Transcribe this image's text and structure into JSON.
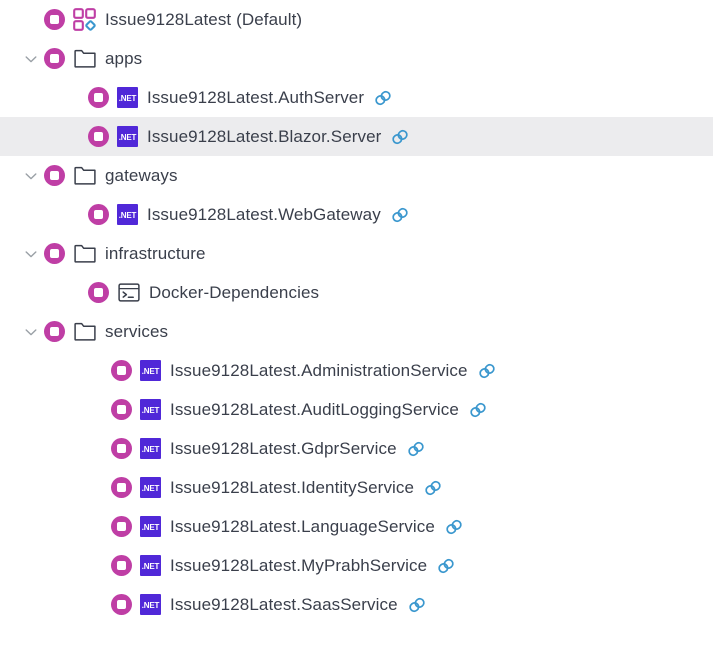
{
  "theme": {
    "background": "#ffffff",
    "selected_row_background": "#ececee",
    "bullet_color": "#bf3ea5",
    "dotnet_badge_color": "#5028d8",
    "link_icon_color": "#3a97ce",
    "text_color": "#3a3f4b",
    "chevron_color": "#9aa0a6",
    "folder_outline_color": "#3a3f4b",
    "diamond_accent_color": "#3a97ce"
  },
  "tree": {
    "nodes": [
      {
        "label": "Issue9128Latest (Default)",
        "icon": "solution-grid-icon",
        "level": 0,
        "expandable": false,
        "expanded": false,
        "selected": false,
        "has_link": false,
        "badge": ""
      },
      {
        "label": "apps",
        "icon": "folder-icon",
        "level": 1,
        "expandable": true,
        "expanded": true,
        "selected": false,
        "has_link": false,
        "badge": ""
      },
      {
        "label": "Issue9128Latest.AuthServer",
        "icon": "dotnet-badge-icon",
        "level": 2,
        "expandable": false,
        "expanded": false,
        "selected": false,
        "has_link": true,
        "badge": ".NET"
      },
      {
        "label": "Issue9128Latest.Blazor.Server",
        "icon": "dotnet-badge-icon",
        "level": 2,
        "expandable": false,
        "expanded": false,
        "selected": true,
        "has_link": true,
        "badge": ".NET"
      },
      {
        "label": "gateways",
        "icon": "folder-icon",
        "level": 1,
        "expandable": true,
        "expanded": true,
        "selected": false,
        "has_link": false,
        "badge": ""
      },
      {
        "label": "Issue9128Latest.WebGateway",
        "icon": "dotnet-badge-icon",
        "level": 2,
        "expandable": false,
        "expanded": false,
        "selected": false,
        "has_link": true,
        "badge": ".NET"
      },
      {
        "label": "infrastructure",
        "icon": "folder-icon",
        "level": 1,
        "expandable": true,
        "expanded": true,
        "selected": false,
        "has_link": false,
        "badge": ""
      },
      {
        "label": "Docker-Dependencies",
        "icon": "terminal-icon",
        "level": 2,
        "expandable": false,
        "expanded": false,
        "selected": false,
        "has_link": false,
        "badge": ""
      },
      {
        "label": "services",
        "icon": "folder-icon",
        "level": 1,
        "expandable": true,
        "expanded": true,
        "selected": false,
        "has_link": false,
        "badge": ""
      },
      {
        "label": "Issue9128Latest.AdministrationService",
        "icon": "dotnet-badge-icon",
        "level": 3,
        "expandable": false,
        "expanded": false,
        "selected": false,
        "has_link": true,
        "badge": ".NET"
      },
      {
        "label": "Issue9128Latest.AuditLoggingService",
        "icon": "dotnet-badge-icon",
        "level": 3,
        "expandable": false,
        "expanded": false,
        "selected": false,
        "has_link": true,
        "badge": ".NET"
      },
      {
        "label": "Issue9128Latest.GdprService",
        "icon": "dotnet-badge-icon",
        "level": 3,
        "expandable": false,
        "expanded": false,
        "selected": false,
        "has_link": true,
        "badge": ".NET"
      },
      {
        "label": "Issue9128Latest.IdentityService",
        "icon": "dotnet-badge-icon",
        "level": 3,
        "expandable": false,
        "expanded": false,
        "selected": false,
        "has_link": true,
        "badge": ".NET"
      },
      {
        "label": "Issue9128Latest.LanguageService",
        "icon": "dotnet-badge-icon",
        "level": 3,
        "expandable": false,
        "expanded": false,
        "selected": false,
        "has_link": true,
        "badge": ".NET"
      },
      {
        "label": "Issue9128Latest.MyPrabhService",
        "icon": "dotnet-badge-icon",
        "level": 3,
        "expandable": false,
        "expanded": false,
        "selected": false,
        "has_link": true,
        "badge": ".NET"
      },
      {
        "label": "Issue9128Latest.SaasService",
        "icon": "dotnet-badge-icon",
        "level": 3,
        "expandable": false,
        "expanded": false,
        "selected": false,
        "has_link": true,
        "badge": ".NET"
      }
    ]
  }
}
